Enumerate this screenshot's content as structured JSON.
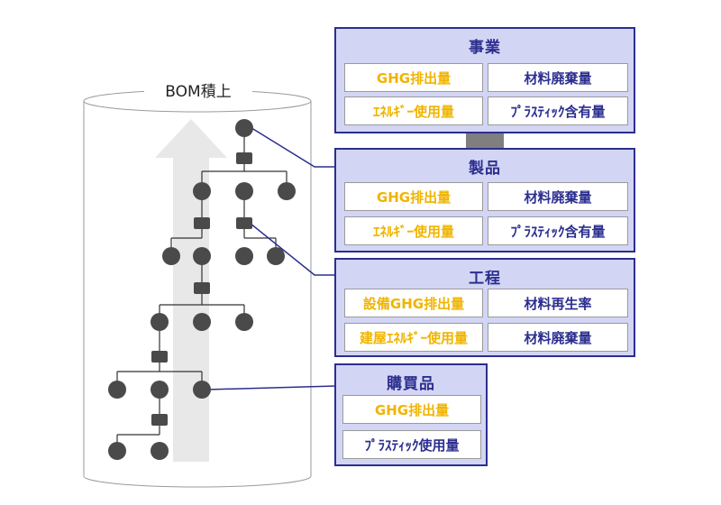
{
  "bom_label": "BOM積上",
  "panels": [
    {
      "title": "事業",
      "cells": [
        {
          "text": "GHG排出量",
          "color": "yellow"
        },
        {
          "text": "材料廃棄量",
          "color": "navy"
        },
        {
          "text": "ｴﾈﾙｷﾞｰ使用量",
          "color": "yellow"
        },
        {
          "text": "ﾌﾟﾗｽﾃｨｯｸ含有量",
          "color": "navy"
        }
      ]
    },
    {
      "title": "製品",
      "cells": [
        {
          "text": "GHG排出量",
          "color": "yellow"
        },
        {
          "text": "材料廃棄量",
          "color": "navy"
        },
        {
          "text": "ｴﾈﾙｷﾞｰ使用量",
          "color": "yellow"
        },
        {
          "text": "ﾌﾟﾗｽﾃｨｯｸ含有量",
          "color": "navy"
        }
      ]
    },
    {
      "title": "工程",
      "cells": [
        {
          "text": "設備GHG排出量",
          "color": "yellow"
        },
        {
          "text": "材料再生率",
          "color": "navy"
        },
        {
          "text": "建屋ｴﾈﾙｷﾞｰ使用量",
          "color": "yellow"
        },
        {
          "text": "材料廃棄量",
          "color": "navy"
        }
      ]
    },
    {
      "title": "購買品",
      "cells": [
        {
          "text": "GHG排出量",
          "color": "yellow"
        },
        {
          "text": "ﾌﾟﾗｽﾃｨｯｸ使用量",
          "color": "navy"
        }
      ]
    }
  ],
  "colors": {
    "panel_fill": "#d3d5f4",
    "panel_border": "#2b2e8e",
    "node": "#4a4a4a",
    "yellow_text": "#f0b400",
    "navy_text": "#2b2e8e"
  }
}
